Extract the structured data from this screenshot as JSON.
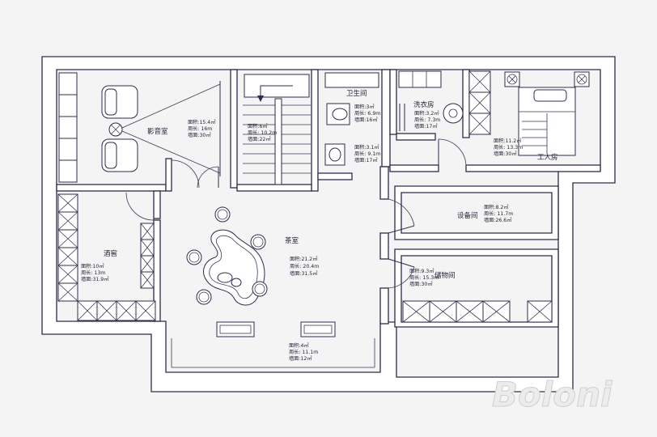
{
  "labels": {
    "theater": "影音室",
    "bathroom": "卫生间",
    "laundry": "洗衣房",
    "servant": "工人房",
    "equipment": "设备间",
    "storage": "储物间",
    "tea": "茶室",
    "wine": "酒窖"
  },
  "annotations": {
    "theater": [
      "面积:15.4㎡",
      "周长: 16m",
      "墙面:30㎡"
    ],
    "stair": [
      "面积:6㎡",
      "周长: 10.2m",
      "墙面:22㎡"
    ],
    "bathroom_a": [
      "面积:3㎡",
      "周长: 6.9m",
      "墙面:16㎡"
    ],
    "bathroom_b": [
      "面积:3.1㎡",
      "周长: 9.1m",
      "墙面:17㎡"
    ],
    "laundry": [
      "面积:3.2㎡",
      "周长: 7.3m",
      "墙面:17㎡"
    ],
    "servant": [
      "面积:11.2㎡",
      "周长: 13.3m",
      "墙面:30㎡"
    ],
    "equipment": [
      "面积:8.2㎡",
      "周长: 11.7m",
      "墙面:26.6㎡"
    ],
    "storage": [
      "面积:9.3㎡",
      "周长: 15.3m",
      "墙面:30㎡"
    ],
    "tea": [
      "面积:21.2㎡",
      "周长: 20.4m",
      "墙面:31.5㎡"
    ],
    "wine": [
      "面积:10㎡",
      "周长: 13m",
      "墙面:31.9㎡"
    ],
    "entry": [
      "面积:4㎡",
      "周长: 11.1m",
      "墙面:12㎡"
    ]
  },
  "watermark": "Boloni",
  "colors": {
    "line": "#2d2d4a",
    "background": "#f4f4f4",
    "wall_fill": "#ffffff"
  }
}
